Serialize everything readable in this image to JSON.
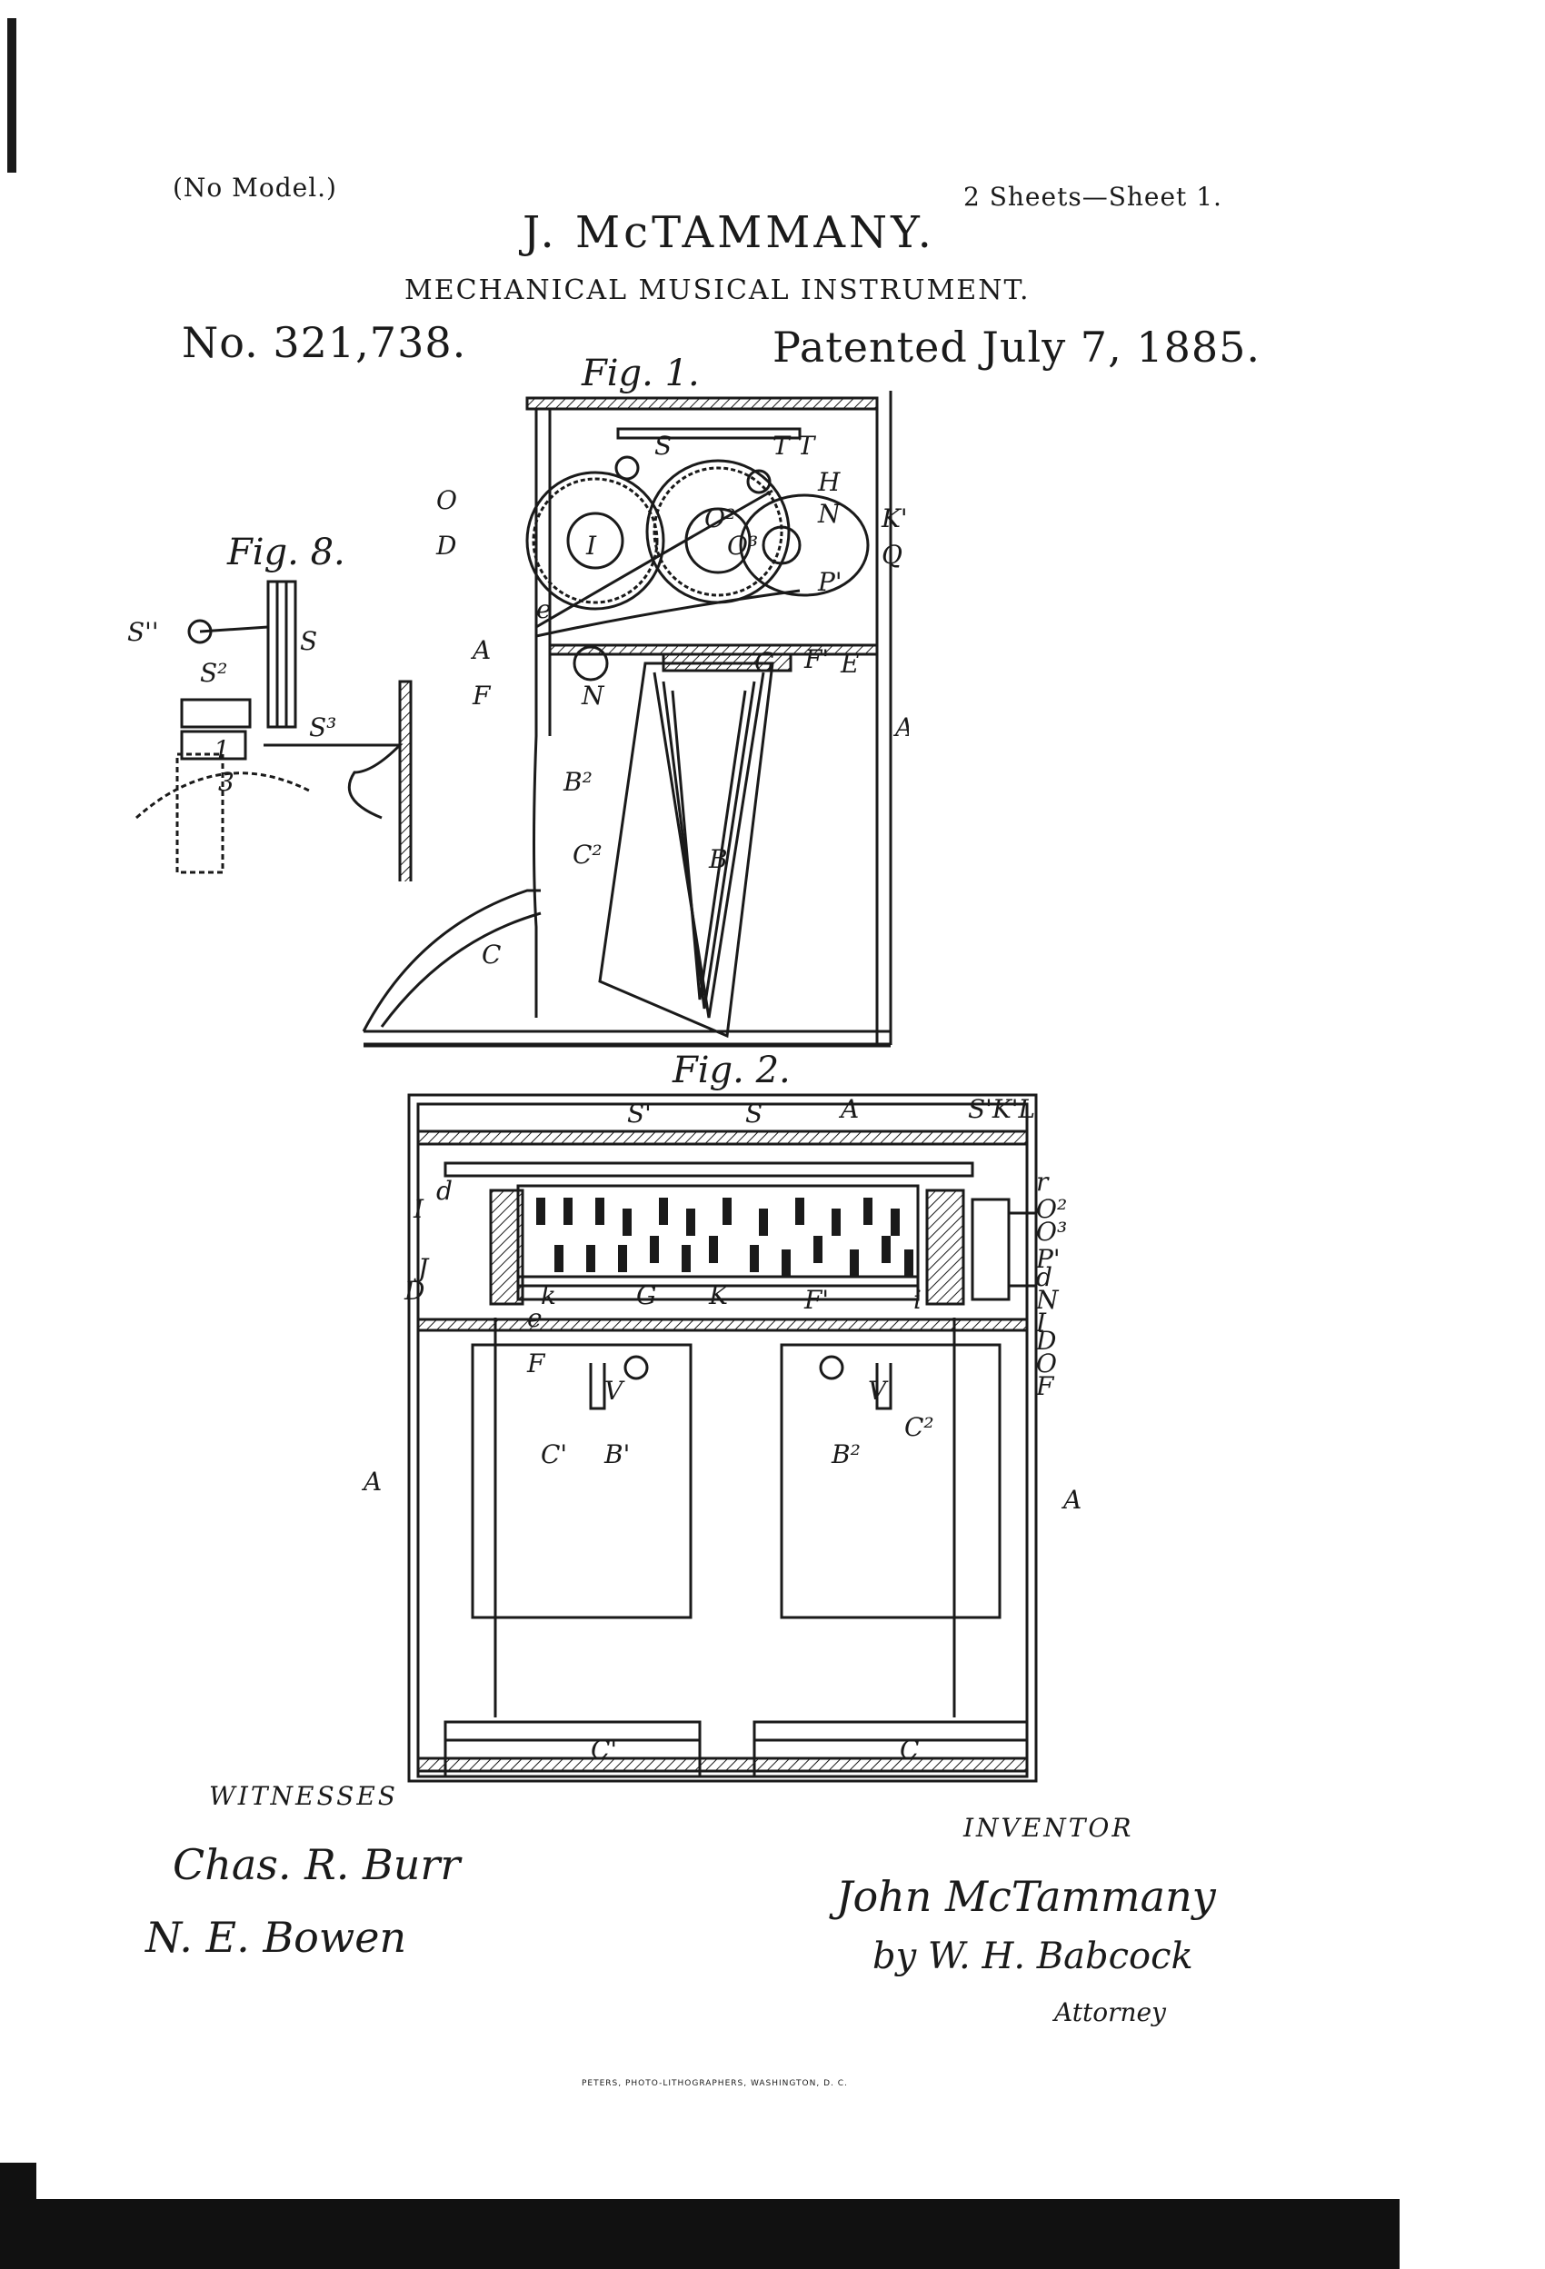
{
  "header": {
    "model_note": "(No Model.)",
    "sheets": "2 Sheets—Sheet 1.",
    "inventor_name": "J. McTAMMANY.",
    "title": "MECHANICAL MUSICAL INSTRUMENT.",
    "patent_number": "No. 321,738.",
    "patent_date": "Patented July 7, 1885."
  },
  "figures": {
    "fig1": "Fig. 1.",
    "fig2": "Fig. 2.",
    "fig8": "Fig. 8."
  },
  "signatures": {
    "witnesses_label": "WITNESSES",
    "witness_1": "Chas. R. Burr",
    "witness_2": "N. E. Bowen",
    "inventor_label": "INVENTOR",
    "inventor_signature": "John McTammany",
    "by_attorney": "by W. H. Babcock",
    "attorney_label": "Attorney"
  },
  "imprint": "PETERS, PHOTO-LITHOGRAPHERS, WASHINGTON, D. C."
}
